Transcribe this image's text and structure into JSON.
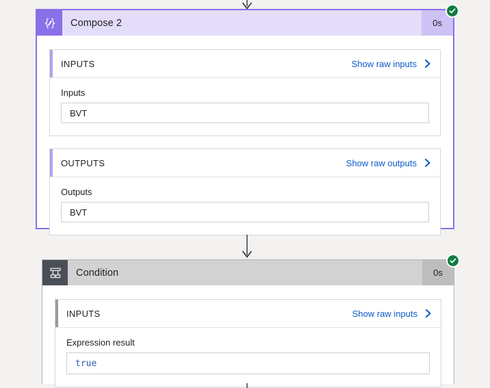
{
  "theme": {
    "page_background": "#f3f2f1",
    "compose_accent": "#8a70e8",
    "compose_header_bg": "#e4ddf9",
    "condition_accent": "#4a4f57",
    "condition_header_bg": "#d2d2d2",
    "link_color": "#0b5cc9",
    "success_color": "#107c41",
    "code_color": "#2a5db0"
  },
  "flow": {
    "cards": [
      {
        "id": "compose-2",
        "title": "Compose 2",
        "icon": "compose-braces-icon",
        "duration": "0s",
        "status": "succeeded",
        "status_icon": "check-circle-icon",
        "sections": [
          {
            "id": "inputs",
            "label": "INPUTS",
            "action_label": "Show raw inputs",
            "action_icon": "chevron-right-icon",
            "field_label": "Inputs",
            "field_value": "BVT"
          },
          {
            "id": "outputs",
            "label": "OUTPUTS",
            "action_label": "Show raw outputs",
            "action_icon": "chevron-right-icon",
            "field_label": "Outputs",
            "field_value": "BVT"
          }
        ]
      },
      {
        "id": "condition",
        "title": "Condition",
        "icon": "condition-branch-icon",
        "duration": "0s",
        "status": "succeeded",
        "status_icon": "check-circle-icon",
        "sections": [
          {
            "id": "inputs",
            "label": "INPUTS",
            "action_label": "Show raw inputs",
            "action_icon": "chevron-right-icon",
            "field_label": "Expression result",
            "field_value": "true"
          }
        ]
      }
    ],
    "connectors": [
      {
        "id": "top-connector",
        "icon": "arrow-down-icon"
      },
      {
        "id": "compose-to-condition-connector",
        "icon": "arrow-down-icon"
      },
      {
        "id": "bottom-connector",
        "icon": "arrow-down-icon"
      }
    ]
  }
}
